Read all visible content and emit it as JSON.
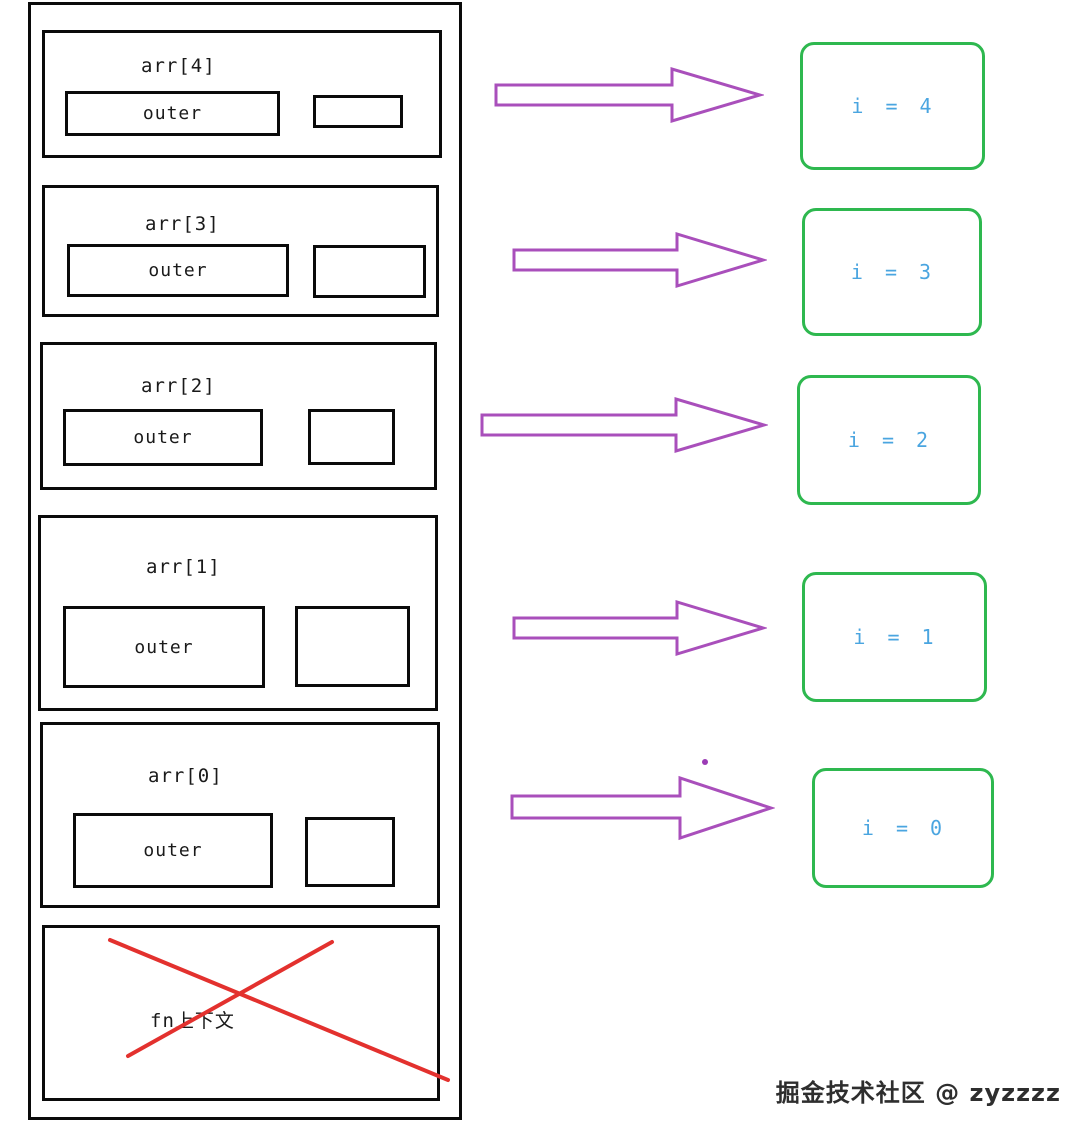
{
  "frames": [
    {
      "label": "arr[4]",
      "inner": "outer"
    },
    {
      "label": "arr[3]",
      "inner": "outer"
    },
    {
      "label": "arr[2]",
      "inner": "outer"
    },
    {
      "label": "arr[1]",
      "inner": "outer"
    },
    {
      "label": "arr[0]",
      "inner": "outer"
    }
  ],
  "crossed": {
    "label": "fn上下文"
  },
  "results": [
    "i = 4",
    "i = 3",
    "i = 2",
    "i = 1",
    "i = 0"
  ],
  "watermark": "掘金技术社区 @ zyzzzz",
  "colors": {
    "arrow": "#a94fbb",
    "result_border": "#2eb84f",
    "result_text": "#4aa5e0",
    "cross": "#e3312e",
    "box_border": "#0a0a0a"
  }
}
